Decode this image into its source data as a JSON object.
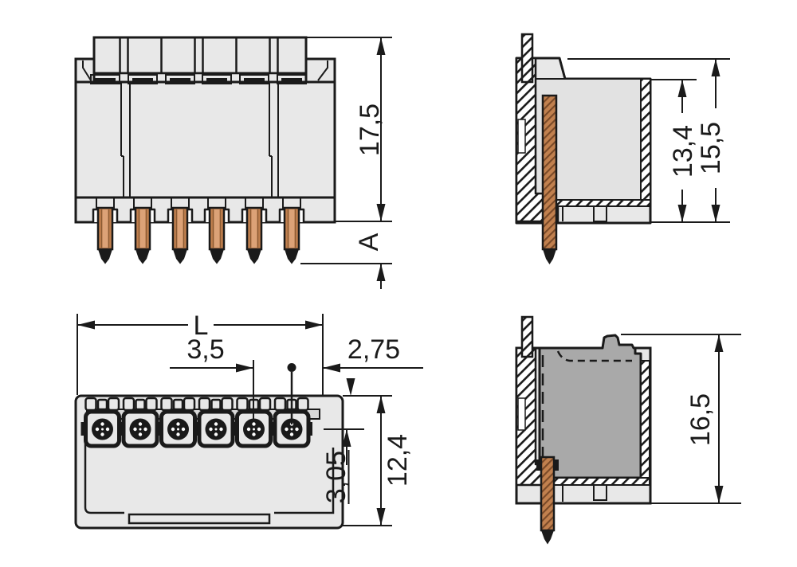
{
  "drawing": {
    "type": "connector-dimension-drawing",
    "pin_count": 6,
    "dims": {
      "front_height": "17,5",
      "pin_length": "A",
      "side_inner_height": "13,4",
      "side_total_height": "15,5",
      "total_length": "L",
      "pin_spacing": "3,5",
      "edge_offset": "2,75",
      "contact_row_offset": "3,05",
      "body_width": "12,4",
      "mated_height": "16,5"
    }
  },
  "colors": {
    "outline": "#1a1a1a",
    "body": "#e8e8e8",
    "cavity": "#e2e2e2",
    "band": "#d9d9d9",
    "plug": "#a9a9a9",
    "copper": "#c1804e",
    "copper-light": "#dca277",
    "copper-dark": "#8a5a33",
    "paper": "#ffffff"
  }
}
